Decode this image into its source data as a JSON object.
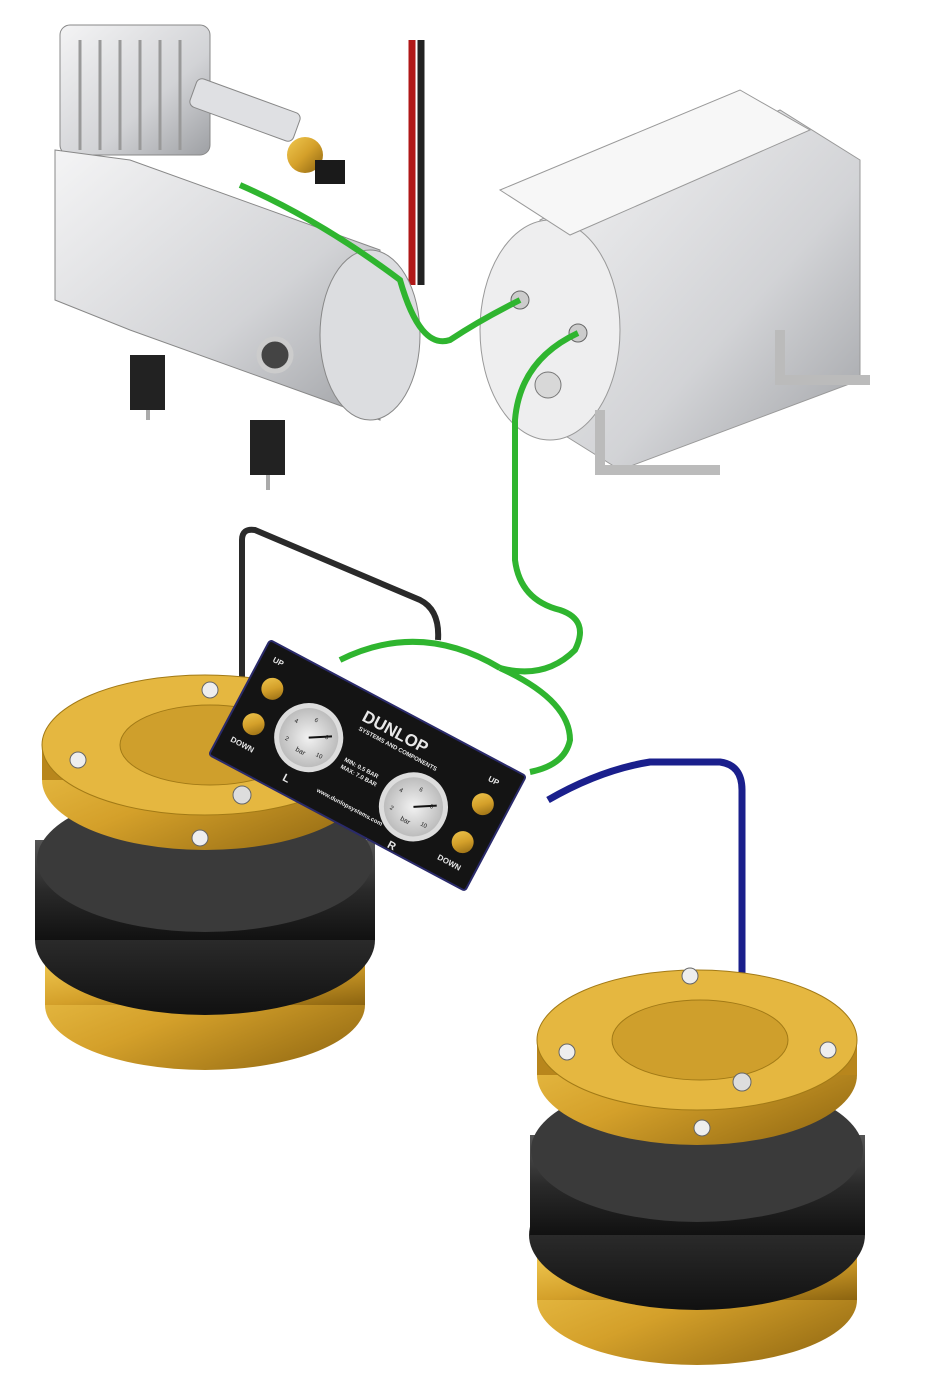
{
  "diagram": {
    "components": [
      "compressor",
      "air-tank",
      "pressure-switch",
      "gauge-panel",
      "left-air-spring",
      "right-air-spring",
      "power-wires"
    ],
    "panel": {
      "brand": "DUNLOP",
      "subtitle": "SYSTEMS AND COMPONENTS",
      "min_label": "MIN: 0.5 BAR",
      "max_label": "MAX: 7.0 BAR",
      "website": "www.dunlopsystems.com",
      "up_left": "UP",
      "down_left": "DOWN",
      "up_right": "UP",
      "down_right": "DOWN",
      "gauge_left_label": "L",
      "gauge_right_label": "R",
      "gauge_unit": "bar",
      "gauge_ticks": [
        "2",
        "4",
        "6",
        "8",
        "10"
      ]
    },
    "colors": {
      "supply_hose": "#2fb52f",
      "left_hose": "#2a2a2a",
      "right_hose": "#1a1f8c",
      "brass": "#d4a52a",
      "rubber": "#2b2b2b",
      "wire_red": "#b01818",
      "wire_black": "#222222",
      "aluminium": "#d9dadc"
    }
  }
}
